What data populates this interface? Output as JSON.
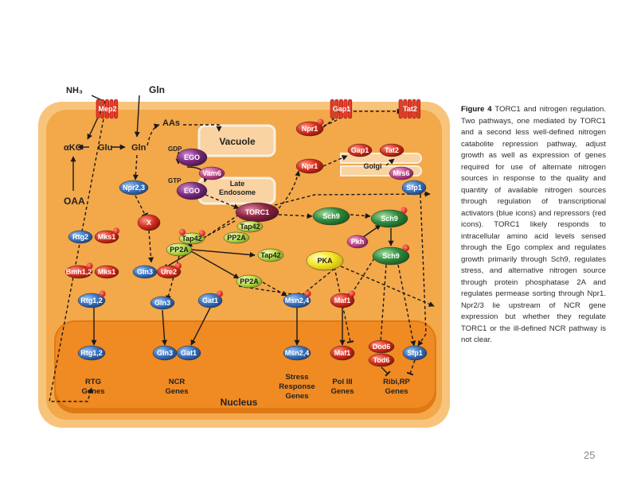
{
  "figure": {
    "caption_title": "Figure 4",
    "caption_text": "TORC1 and nitrogen regulation. Two pathways, one mediated by TORC1 and a second less well-defined nitrogen catabolite repression pathway, adjust growth as well as expression of genes required for use of alternate nitrogen sources in response to the quality and quantity of available nitrogen sources through regulation of transcriptional activators (blue icons) and repressors (red icons). TORC1 likely responds to intracellular amino acid levels sensed through the Ego complex and regulates growth primarily through Sch9, regulates stress, and alternative nitrogen source through protein phosphatase 2A and regulates permease sorting through Npr1. Npr2/3 lie upstream of NCR gene expression but whether they regulate TORC1 or the ill-defined NCR pathway is not clear.",
    "page_number": "25"
  },
  "compartments": {
    "vacuole": "Vacuole",
    "late_endosome": "Late\nEndosome",
    "golgi": "Golgi",
    "nucleus": "Nucleus"
  },
  "metabolites": {
    "nh3": "NH₃",
    "gln_ext": "Gln",
    "aas": "AAs",
    "akg": "αKG",
    "glu": "Glu",
    "gln": "Gln",
    "oaa": "OAA",
    "gdp": "GDP",
    "gtp": "GTP"
  },
  "nodes": {
    "mep2": "Mep2",
    "gap1_pm": "Gap1",
    "tat2_pm": "Tat2",
    "ego1": "EGO",
    "vam6": "Vam6",
    "ego2": "EGO",
    "npr1_a": "Npr1",
    "npr1_b": "Npr1",
    "gap1_g": "Gap1",
    "tat2_g": "Tat2",
    "mrs6": "Mrs6",
    "sfp1_c": "Sfp1",
    "torc1": "TORC1",
    "tap42_a": "Tap42",
    "pp2a_a": "PP2A",
    "tap42_b": "Tap42",
    "pp2a_b": "PP2A",
    "tap42_c": "Tap42",
    "pp2a_c": "PP2A",
    "npr23": "Npr2,3",
    "x": "X",
    "rtg2": "Rtg2",
    "mks1_a": "Mks1",
    "bmh12": "Bmh1,2",
    "mks1_b": "Mks1",
    "gln3_a": "Gln3",
    "ure2": "Ure2",
    "gln3_b": "Gln3",
    "gat1_c": "Gat1",
    "rtg12_c": "Rtg1,2",
    "msn24_c": "Msn2,4",
    "maf1_c": "Maf1",
    "sch9_a": "Sch9",
    "sch9_b": "Sch9",
    "pkh": "Pkh",
    "sch9_c": "Sch9",
    "pka": "PKA",
    "rtg12_n": "Rtg1,2",
    "gln3_n": "Gln3",
    "gat1_n": "Gat1",
    "msn24_n": "Msn2,4",
    "maf1_n": "Maf1",
    "dod6": "Dod6",
    "tod6": "Tod6",
    "sfp1_n": "Sfp1"
  },
  "gene_labels": {
    "rtg": "RTG\nGenes",
    "ncr": "NCR\nGenes",
    "stress": "Stress\nResponse\nGenes",
    "pol3": "Pol III\nGenes",
    "ribi": "Ribi,RP\nGenes"
  },
  "colors": {
    "cell": "#f6b65f",
    "cytoplasm": "#f3a84a",
    "nucleus": "#f08a22",
    "activator": "#2f69b6",
    "repressor": "#d62b1d",
    "ego": "#7b2c7e",
    "torc1": "#8a2440",
    "sch9": "#2f8a3c",
    "pp2a": "#a6cc3c",
    "pka": "#f2e21a",
    "permease": "#e53a2b"
  }
}
